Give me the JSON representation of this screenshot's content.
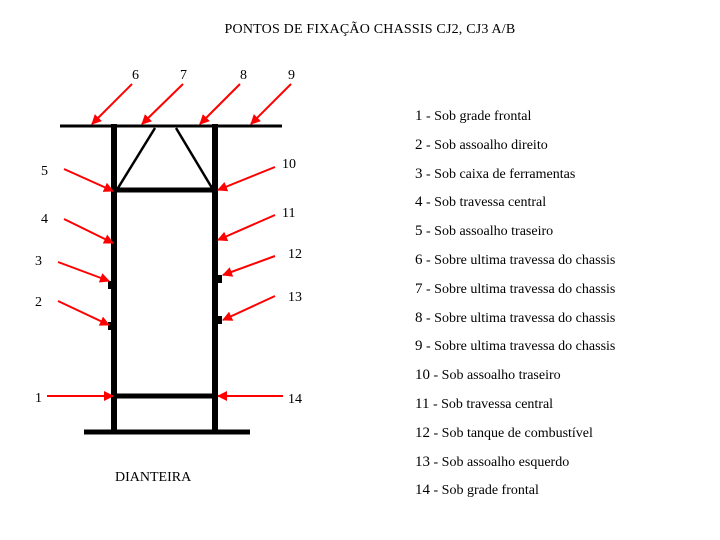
{
  "title": "PONTOS DE FIXAÇÃO CHASSIS CJ2, CJ3 A/B",
  "front_label": "DIANTEIRA",
  "colors": {
    "arrow": "#ff0000",
    "frame": "#000000"
  },
  "points_left": [
    "5",
    "4",
    "3",
    "2",
    "1"
  ],
  "points_top": [
    "6",
    "7",
    "8",
    "9"
  ],
  "points_right": [
    "10",
    "11",
    "12",
    "13",
    "14"
  ],
  "legend": [
    {
      "num": "1",
      "text": " - Sob grade frontal"
    },
    {
      "num": "2",
      "text": " - Sob assoalho direito"
    },
    {
      "num": "3",
      "text": " - Sob caixa de ferramentas"
    },
    {
      "num": "4",
      "text": " - Sob travessa central"
    },
    {
      "num": "5",
      "text": " - Sob assoalho traseiro"
    },
    {
      "num": "6",
      "text": " - Sobre ultima travessa do chassis"
    },
    {
      "num": "7",
      "text": " - Sobre ultima travessa do chassis"
    },
    {
      "num": "8",
      "text": " - Sobre ultima travessa do chassis"
    },
    {
      "num": "9",
      "text": " - Sobre ultima travessa do chassis"
    },
    {
      "num": "10",
      "text": " - Sob assoalho traseiro"
    },
    {
      "num": "11",
      "text": " - Sob travessa central"
    },
    {
      "num": "12",
      "text": " - Sob tanque de combustível"
    },
    {
      "num": "13",
      "text": " - Sob assoalho esquerdo"
    },
    {
      "num": "14",
      "text": " - Sob grade frontal"
    }
  ]
}
